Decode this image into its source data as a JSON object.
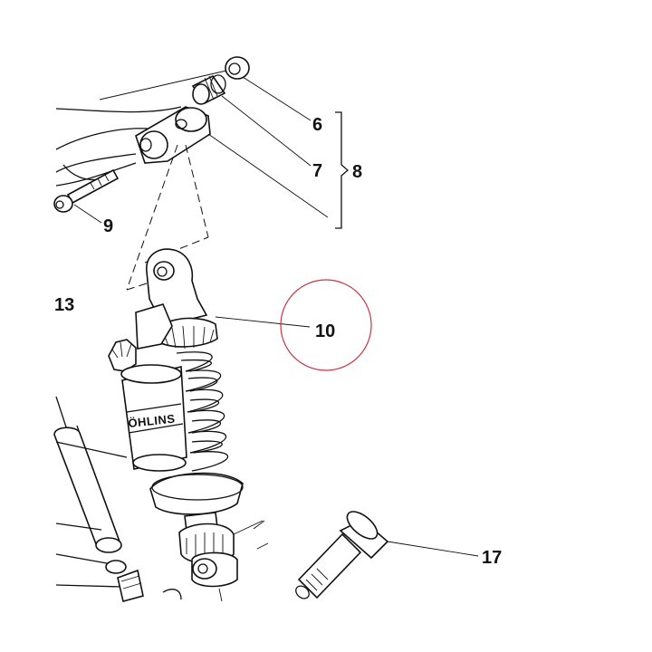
{
  "callouts": {
    "c6": "6",
    "c7": "7",
    "c8": "8",
    "c9": "9",
    "c10": "10",
    "c13": "13",
    "c17": "17"
  },
  "brand_label": "ÖHLINS",
  "highlight_color": "#cc3344"
}
